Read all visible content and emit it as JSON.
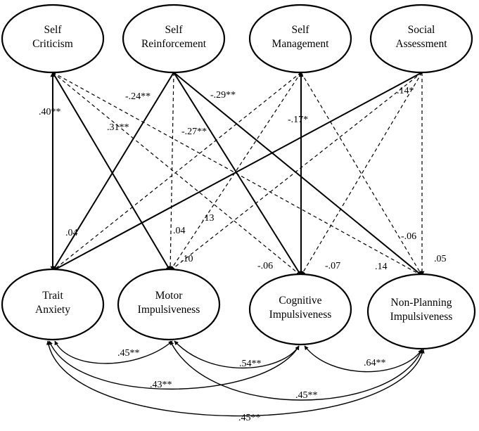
{
  "diagram": {
    "nodes": [
      {
        "id": "sc",
        "name": "node-self-criticism",
        "lines": [
          "Self",
          "Criticism"
        ]
      },
      {
        "id": "sr",
        "name": "node-self-reinforcement",
        "lines": [
          "Self",
          "Reinforcement"
        ]
      },
      {
        "id": "sm",
        "name": "node-self-management",
        "lines": [
          "Self",
          "Management"
        ]
      },
      {
        "id": "sa",
        "name": "node-social-assessment",
        "lines": [
          "Social",
          "Assessment"
        ]
      },
      {
        "id": "ta",
        "name": "node-trait-anxiety",
        "lines": [
          "Trait",
          "Anxiety"
        ]
      },
      {
        "id": "mi",
        "name": "node-motor-impulsiveness",
        "lines": [
          "Motor",
          "Impulsiveness"
        ]
      },
      {
        "id": "ci",
        "name": "node-cognitive-impulsiveness",
        "lines": [
          "Cognitive",
          "Impulsiveness"
        ]
      },
      {
        "id": "npi",
        "name": "node-non-planning-impulsiveness",
        "lines": [
          "Non-Planning",
          "Impulsiveness"
        ]
      }
    ],
    "paths": [
      {
        "from": "sc",
        "to": "ta",
        "style": "solid",
        "label": ".40**"
      },
      {
        "from": "sc",
        "to": "mi",
        "style": "solid",
        "label": ".31**"
      },
      {
        "from": "sc",
        "to": "ci",
        "style": "dashed",
        "label": "-.27**"
      },
      {
        "from": "sc",
        "to": "npi",
        "style": "dashed",
        "label": "-.06"
      },
      {
        "from": "sr",
        "to": "ta",
        "style": "solid",
        "label": "-.24**"
      },
      {
        "from": "sr",
        "to": "mi",
        "style": "dashed",
        "label": ".04"
      },
      {
        "from": "sr",
        "to": "ci",
        "style": "solid",
        "label": "-.06"
      },
      {
        "from": "sr",
        "to": "npi",
        "style": "solid",
        "label": "-.29**"
      },
      {
        "from": "sm",
        "to": "ta",
        "style": "dashed",
        "label": ".04"
      },
      {
        "from": "sm",
        "to": "mi",
        "style": "dashed",
        "label": ".13"
      },
      {
        "from": "sm",
        "to": "ci",
        "style": "solid",
        "label": "-.17*"
      },
      {
        "from": "sm",
        "to": "npi",
        "style": "dashed",
        "label": ".14"
      },
      {
        "from": "sa",
        "to": "ta",
        "style": "solid",
        "label": ".14*"
      },
      {
        "from": "sa",
        "to": "mi",
        "style": "dashed",
        "label": ".10"
      },
      {
        "from": "sa",
        "to": "ci",
        "style": "dashed",
        "label": "-.07"
      },
      {
        "from": "sa",
        "to": "npi",
        "style": "dashed",
        "label": ".05"
      }
    ],
    "covariances": [
      {
        "from": "ta",
        "to": "mi",
        "label": ".45**"
      },
      {
        "from": "mi",
        "to": "ci",
        "label": ".54**"
      },
      {
        "from": "ci",
        "to": "npi",
        "label": ".64**"
      },
      {
        "from": "ta",
        "to": "ci",
        "label": ".43**"
      },
      {
        "from": "mi",
        "to": "npi",
        "label": ".45**"
      },
      {
        "from": "ta",
        "to": "npi",
        "label": ".45**"
      }
    ]
  }
}
